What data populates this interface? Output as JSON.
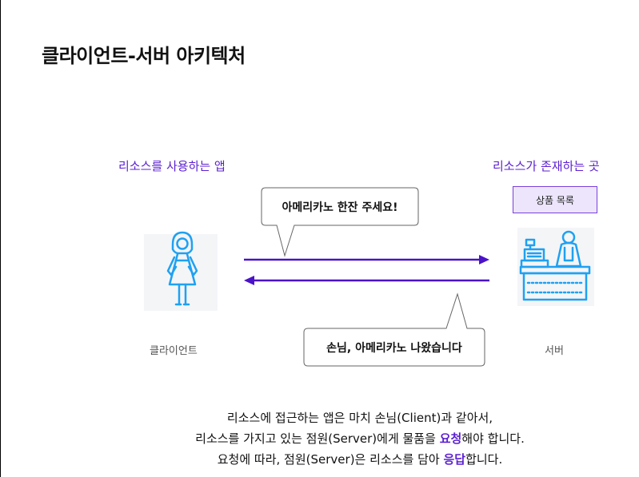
{
  "title": "클라이언트-서버 아키텍처",
  "client_role": "리소스를 사용하는 앱",
  "server_role": "리소스가 존재하는 곳",
  "menu_box": "상품 목록",
  "request_bubble": "아메리카노 한잔 주세요!",
  "response_bubble": "손님, 아메리카노 나왔습니다",
  "client_label": "클라이언트",
  "server_label": "서버",
  "description": {
    "line1": "리소스에 접근하는 앱은 마치 손님(Client)과 같아서,",
    "line2_before": "리소스를 가지고 있는 점원(Server)에게 물품을 ",
    "line2_em": "요청",
    "line2_after": "해야 합니다.",
    "line3_before": "요청에 따라, 점원(Server)은 리소스를 담아 ",
    "line3_em": "응답",
    "line3_after": "합니다."
  },
  "icons": {
    "client": "woman-customer-icon",
    "server": "cashier-counter-icon"
  },
  "colors": {
    "accent": "#5b1fd1",
    "icon_blue": "#1ea1f2",
    "menu_bg": "#ece5fb",
    "arrow": "#4b12c9"
  }
}
